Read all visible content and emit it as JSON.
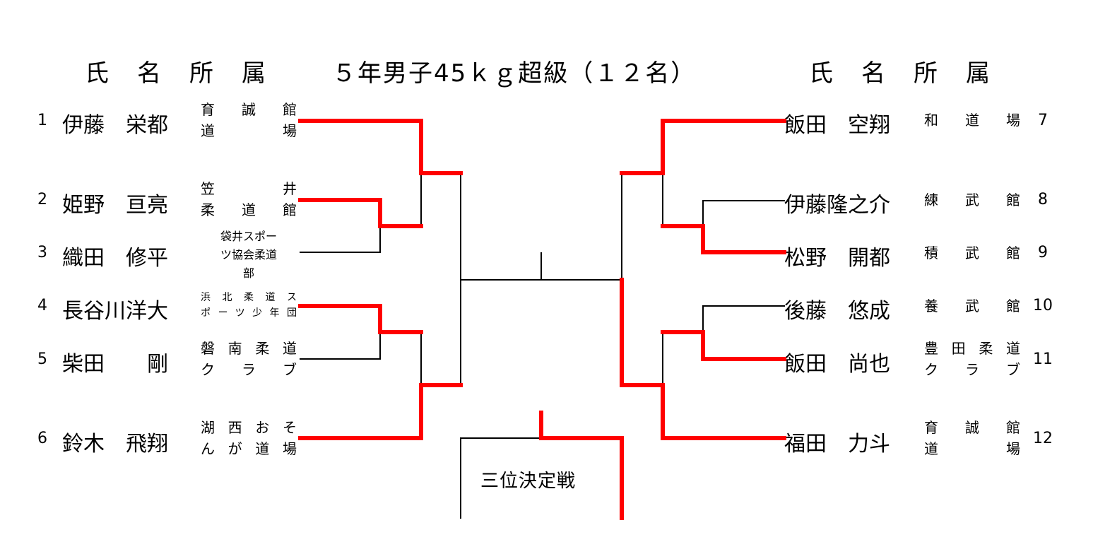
{
  "header": {
    "left_label": "氏名所属",
    "title": "５年男子45ｋｇ超級（１２名）",
    "right_label": "氏名所属"
  },
  "left_players": [
    {
      "num": "1",
      "name": "伊藤　栄都",
      "team": "育　誠　館\n道　　　場"
    },
    {
      "num": "2",
      "name": "姫野　亘亮",
      "team": "笠　　　井\n柔　道　館"
    },
    {
      "num": "3",
      "name": "織田　修平",
      "team": "袋井スポー\nツ協会柔道\n部"
    },
    {
      "num": "4",
      "name": "長谷川洋大",
      "team": "浜北柔道ス\nポーツ少年団"
    },
    {
      "num": "5",
      "name": "柴田　　剛",
      "team": "磐南柔道\nクラブ"
    },
    {
      "num": "6",
      "name": "鈴木　飛翔",
      "team": "湖西おそ\nんが道場"
    }
  ],
  "right_players": [
    {
      "num": "7",
      "name": "飯田　空翔",
      "team": "和　道　場"
    },
    {
      "num": "8",
      "name": "伊藤隆之介",
      "team": "練　武　館"
    },
    {
      "num": "9",
      "name": "松野　開都",
      "team": "積　武　館"
    },
    {
      "num": "10",
      "name": "後藤　悠成",
      "team": "養　武　館"
    },
    {
      "num": "11",
      "name": "飯田　尚也",
      "team": "豊田柔道\nクラブ"
    },
    {
      "num": "12",
      "name": "福田　力斗",
      "team": "育　誠　館\n道　　　場"
    }
  ],
  "third_place_label": "三位決定戦",
  "colors": {
    "winner_line": "#ff0000",
    "line": "#000000"
  }
}
